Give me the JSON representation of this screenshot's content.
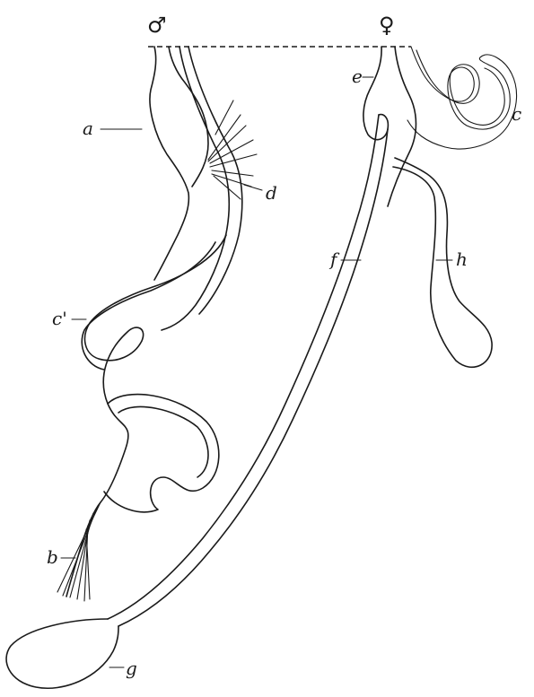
{
  "symbols": {
    "male": "♂",
    "female": "♀"
  },
  "labels": {
    "a": "a",
    "b": "b",
    "c": "c",
    "c_prime": "c'",
    "d": "d",
    "e": "e",
    "f": "f",
    "g": "g",
    "h": "h"
  }
}
